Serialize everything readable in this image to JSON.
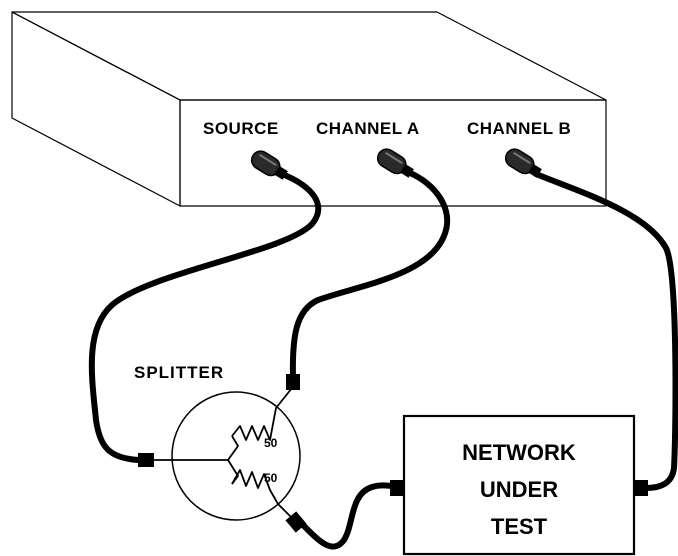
{
  "instrument": {
    "ports": {
      "source": "SOURCE",
      "channel_a": "CHANNEL A",
      "channel_b": "CHANNEL B"
    }
  },
  "splitter": {
    "label": "SPLITTER",
    "resistor_top": "50",
    "resistor_bottom": "50"
  },
  "network": {
    "lines": [
      "NETWORK",
      "UNDER",
      "TEST"
    ]
  }
}
